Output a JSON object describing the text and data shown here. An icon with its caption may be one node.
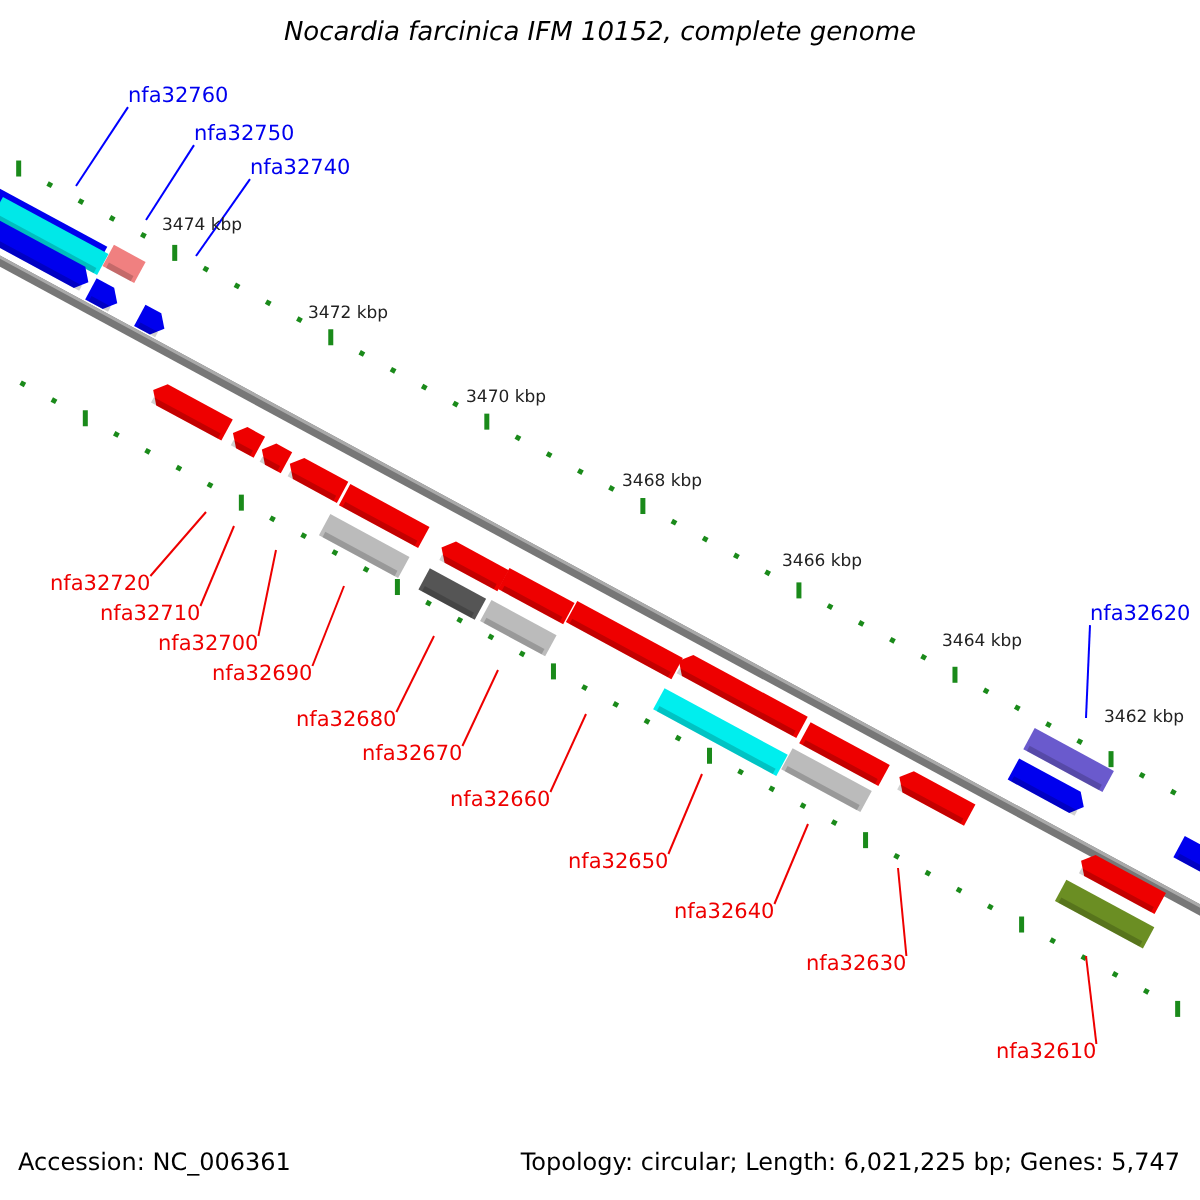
{
  "diagram": {
    "title": "Nocardia farcinica IFM 10152, complete genome",
    "nodes": [
      {
        "text": [
          "nfa32760"
        ]
      },
      {
        "text": [
          "nfa32750"
        ]
      },
      {
        "text": [
          "nfa32740"
        ]
      },
      {
        "text": [
          "nfa32620"
        ]
      },
      {
        "text": [
          "nfa32720"
        ]
      },
      {
        "text": [
          "nfa32710"
        ]
      },
      {
        "text": [
          "nfa32700"
        ]
      },
      {
        "text": [
          "nfa32690"
        ]
      },
      {
        "text": [
          "nfa32680"
        ]
      },
      {
        "text": [
          "nfa32670"
        ]
      },
      {
        "text": [
          "nfa32660"
        ]
      },
      {
        "text": [
          "nfa32650"
        ]
      },
      {
        "text": [
          "nfa32640"
        ]
      },
      {
        "text": [
          "nfa32630"
        ]
      },
      {
        "text": [
          "nfa32610"
        ]
      }
    ],
    "edges": [
      {
        "from": 0,
        "to": null,
        "arrow": "none",
        "color": "#0000ff"
      },
      {
        "from": 1,
        "to": null,
        "arrow": "none",
        "color": "#0000ff"
      },
      {
        "from": 2,
        "to": null,
        "arrow": "none",
        "color": "#0000ff"
      },
      {
        "from": 3,
        "to": null,
        "arrow": "none",
        "color": "#0000ff"
      },
      {
        "from": 4,
        "to": null,
        "arrow": "none"
      },
      {
        "from": 5,
        "to": null,
        "arrow": "none"
      },
      {
        "from": 6,
        "to": null,
        "arrow": "none"
      },
      {
        "from": 7,
        "to": null,
        "arrow": "none"
      },
      {
        "from": 8,
        "to": null,
        "arrow": "none"
      },
      {
        "from": 9,
        "to": null,
        "arrow": "none"
      },
      {
        "from": 10,
        "to": null,
        "arrow": "none"
      },
      {
        "from": 11,
        "to": null,
        "arrow": "none"
      },
      {
        "from": 12,
        "to": null,
        "arrow": "none"
      },
      {
        "from": 13,
        "to": null,
        "arrow": "none"
      },
      {
        "from": 14,
        "to": null,
        "arrow": "none"
      }
    ],
    "labels": [
      "3474 kbp",
      "3472 kbp",
      "3470 kbp",
      "3468 kbp",
      "3466 kbp",
      "3464 kbp",
      "3462 kbp",
      "Accession: NC_006361",
      "Topology: circular; Length: 6,021,225 bp; Genes: 5,747"
    ]
  }
}
